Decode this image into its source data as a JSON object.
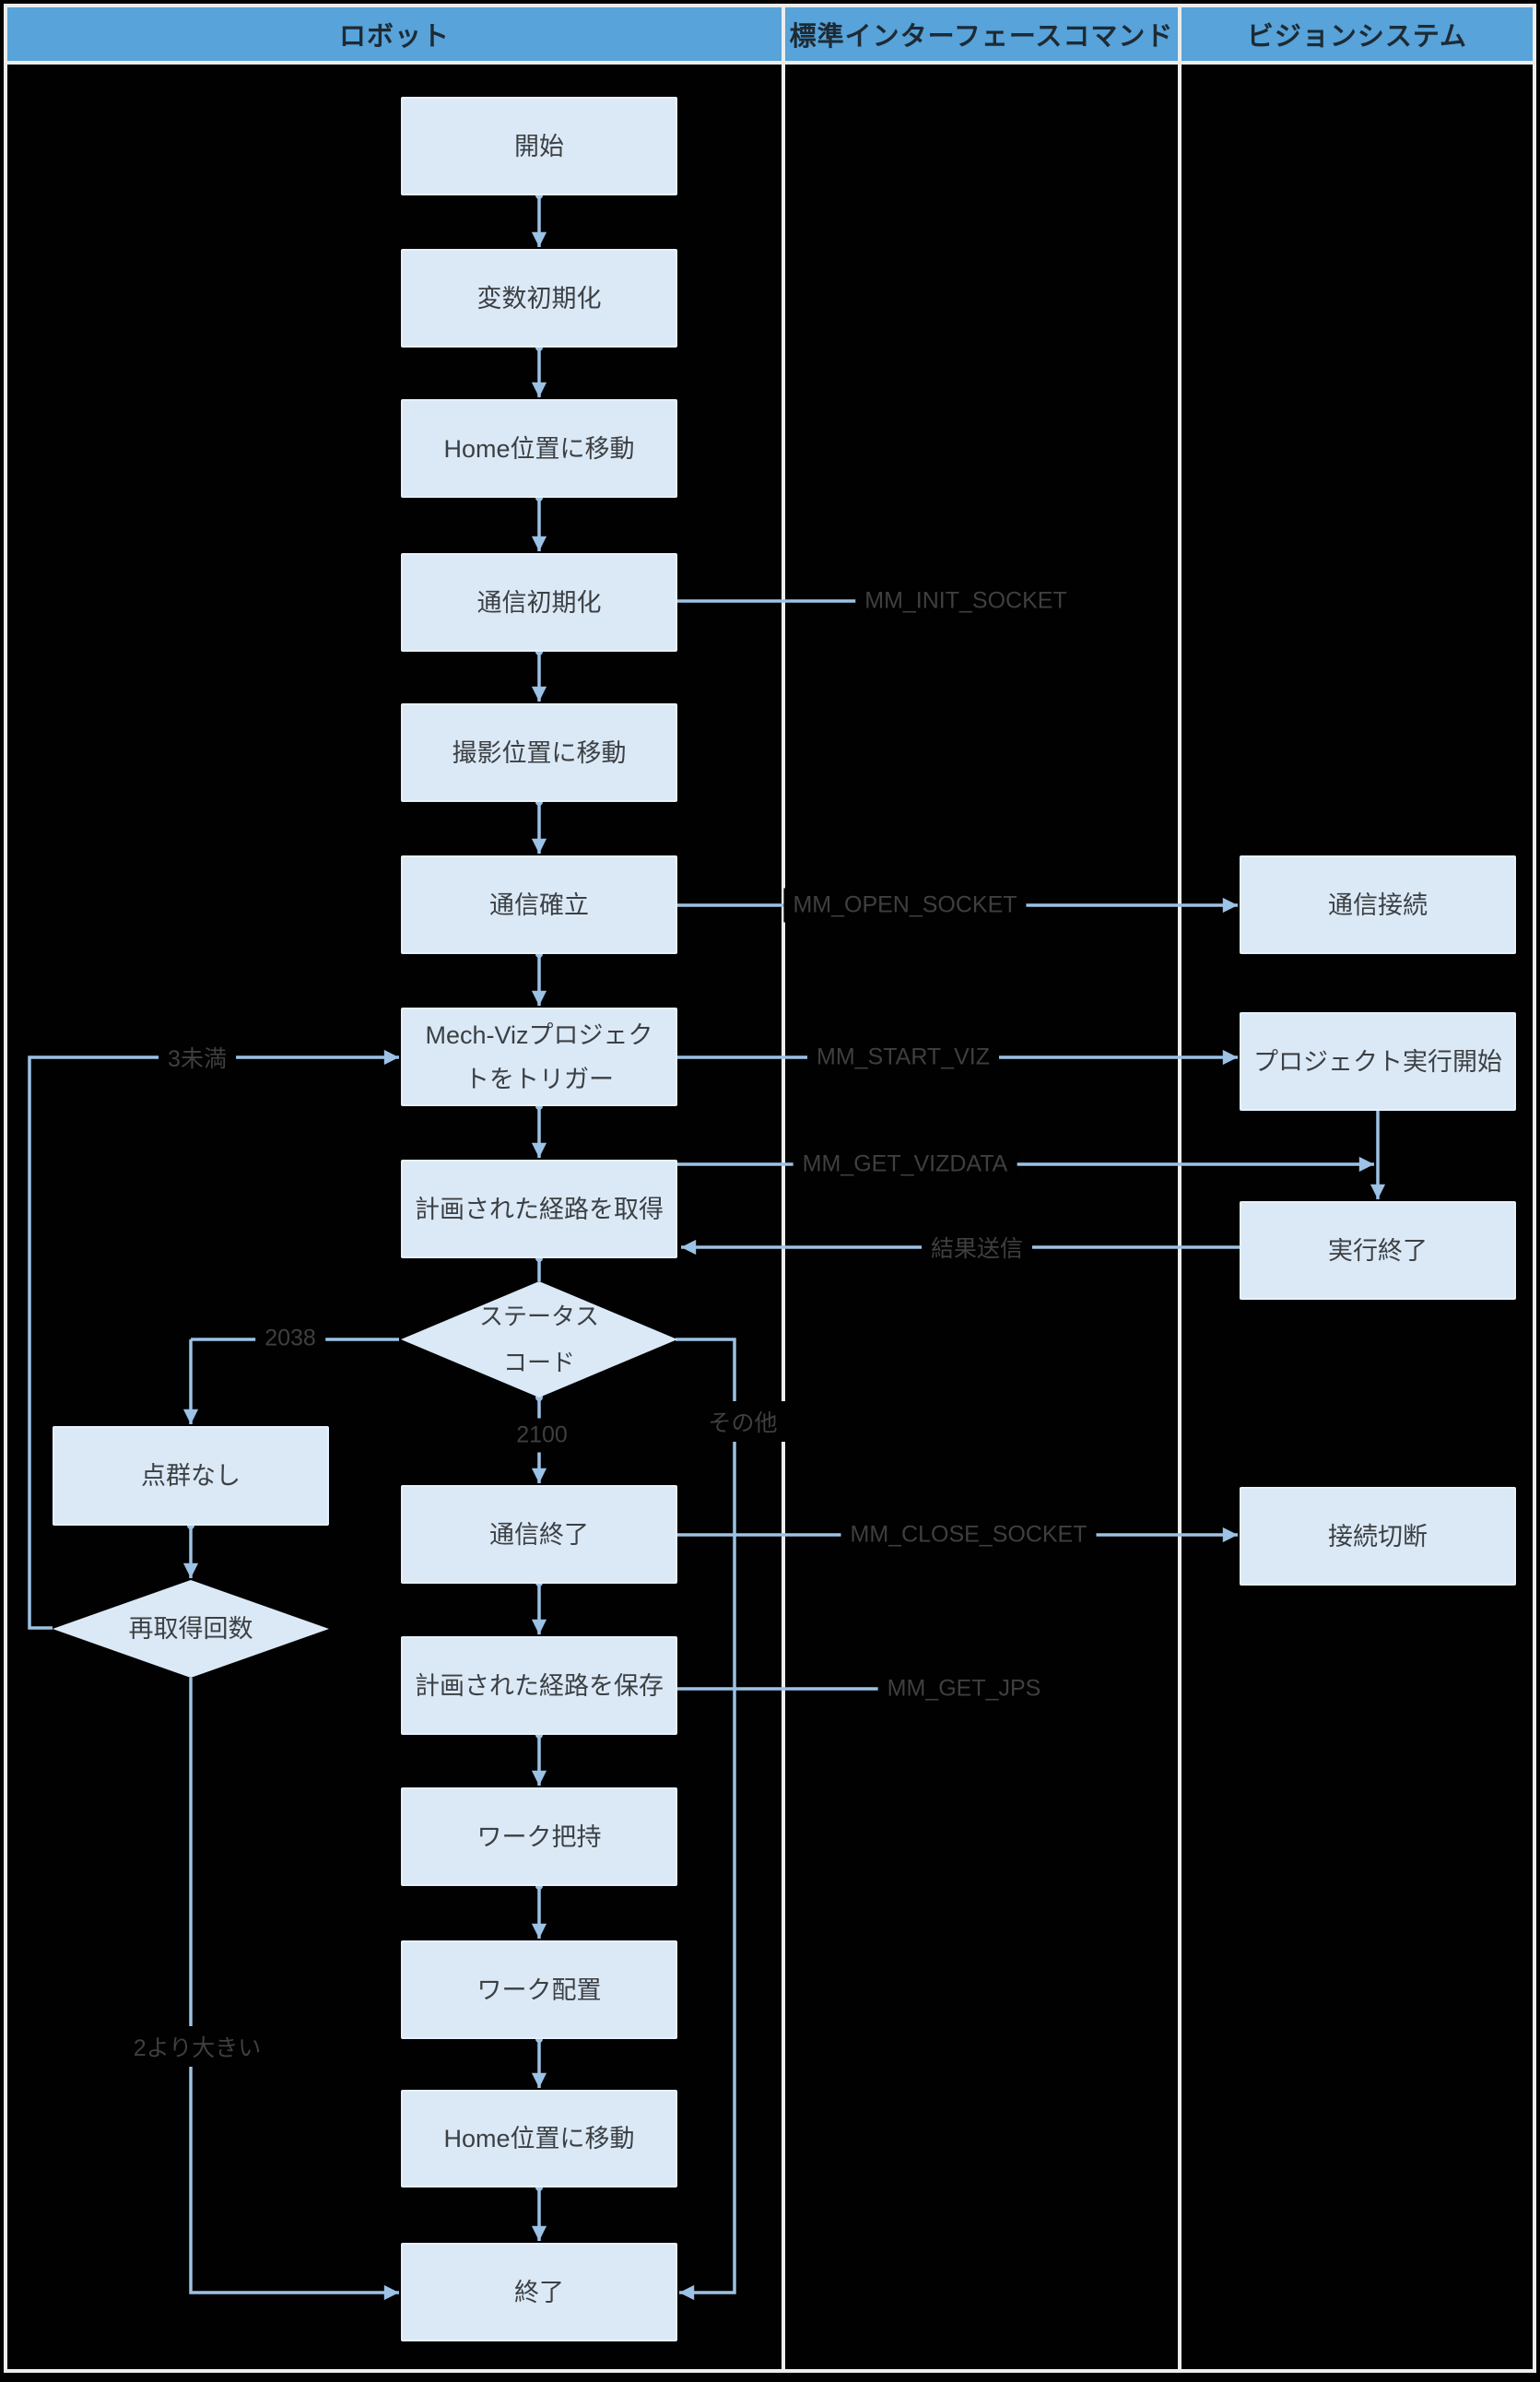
{
  "header": {
    "columns": [
      {
        "label": "ロボット"
      },
      {
        "label": "標準インターフェースコマンド"
      },
      {
        "label": "ビジョンシステム"
      }
    ]
  },
  "nodes": {
    "start": "開始",
    "init_vars": "変数初期化",
    "move_home_1": "Home位置に移動",
    "init_comm": "通信初期化",
    "move_capture": "撮影位置に移動",
    "establish_comm": "通信確立",
    "trigger_viz_line1": "Mech-Vizプロジェク",
    "trigger_viz_line2": "トをトリガー",
    "get_path": "計画された経路を取得",
    "status_code_line1": "ステータス",
    "status_code_line2": "コード",
    "no_point_cloud": "点群なし",
    "retry_count": "再取得回数",
    "close_comm": "通信終了",
    "save_path": "計画された経路を保存",
    "grasp_work": "ワーク把持",
    "place_work": "ワーク配置",
    "move_home_2": "Home位置に移動",
    "end": "終了",
    "vision_connect": "通信接続",
    "vision_project_start": "プロジェクト実行開始",
    "vision_exec_end": "実行終了",
    "vision_disconnect": "接続切断"
  },
  "commands": {
    "init_socket": "MM_INIT_SOCKET",
    "open_socket": "MM_OPEN_SOCKET",
    "start_viz": "MM_START_VIZ",
    "get_vizdata": "MM_GET_VIZDATA",
    "send_result": "結果送信",
    "close_socket": "MM_CLOSE_SOCKET",
    "get_jps": "MM_GET_JPS"
  },
  "branches": {
    "code_2038": "2038",
    "code_2100": "2100",
    "other": "その他",
    "less_than_3": "3未満",
    "greater_than_2": "2より大きい"
  },
  "colors": {
    "header_bg": "#57A3DA",
    "node_fill": "#DBE9F7",
    "connector": "#9CC2E5",
    "grid_line": "#ECECEC",
    "canvas_bg": "#010101",
    "text": "#3C4043"
  }
}
